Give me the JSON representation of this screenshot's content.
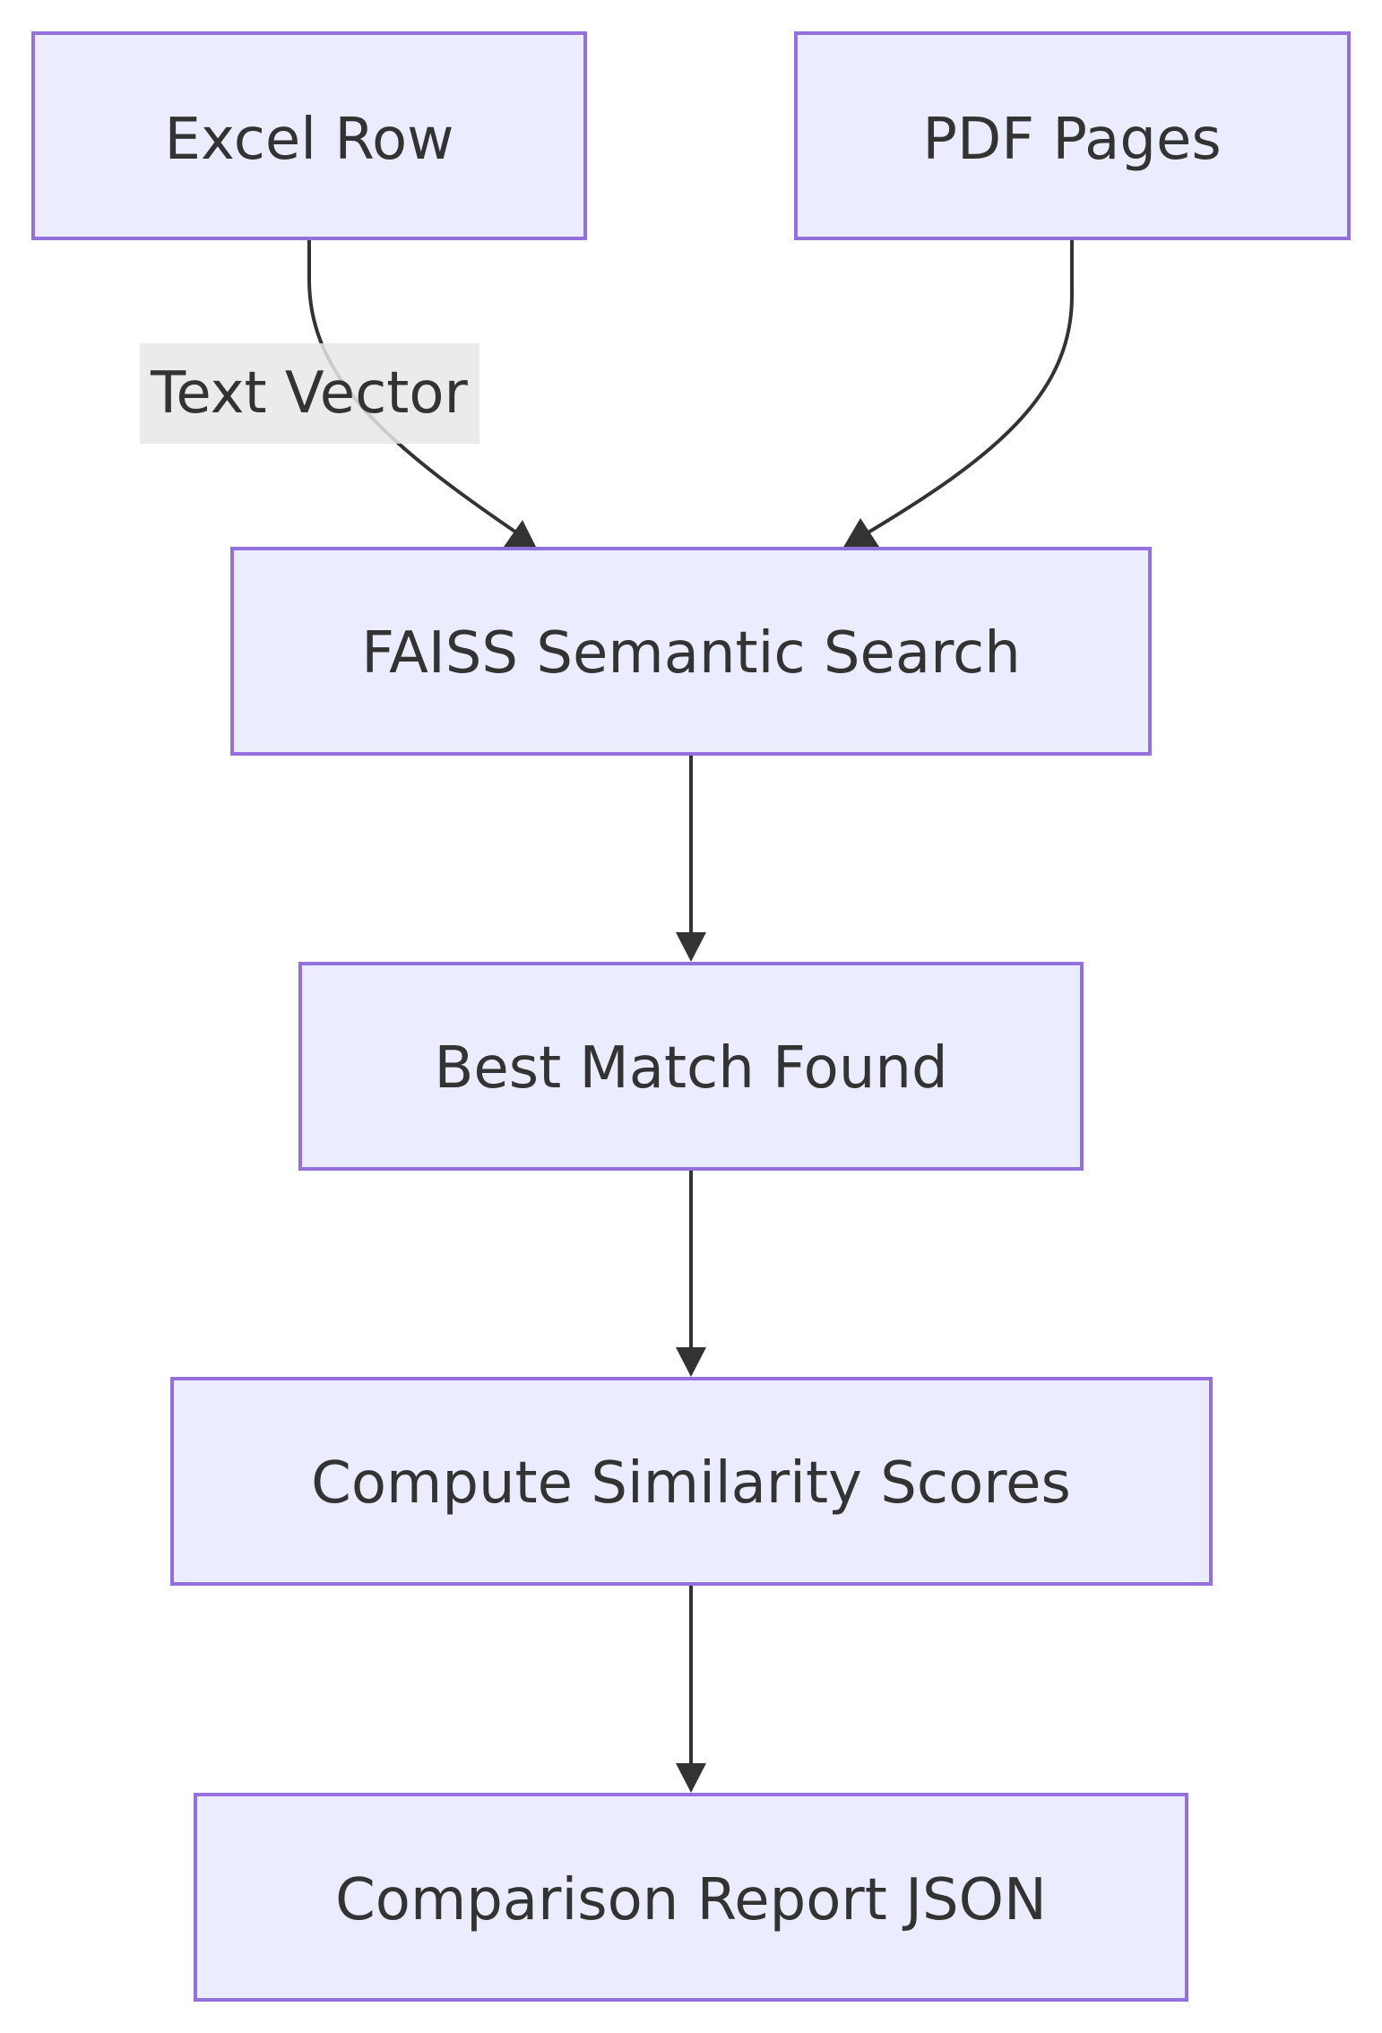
{
  "diagram": {
    "type": "flowchart",
    "direction": "top-down",
    "colors": {
      "node_fill": "#ECECFF",
      "node_stroke": "#9370DB",
      "text": "#333333",
      "edge": "#333333",
      "edge_label_bg": "#E8E8E8",
      "background": "#FFFFFF"
    },
    "nodes": [
      {
        "id": "excel_row",
        "label": "Excel Row"
      },
      {
        "id": "pdf_pages",
        "label": "PDF Pages"
      },
      {
        "id": "faiss",
        "label": "FAISS Semantic Search"
      },
      {
        "id": "best_match",
        "label": "Best Match Found"
      },
      {
        "id": "compute_scores",
        "label": "Compute Similarity Scores"
      },
      {
        "id": "report",
        "label": "Comparison Report JSON"
      }
    ],
    "edges": [
      {
        "from": "excel_row",
        "to": "faiss",
        "label": "Text Vector"
      },
      {
        "from": "pdf_pages",
        "to": "faiss",
        "label": ""
      },
      {
        "from": "faiss",
        "to": "best_match",
        "label": ""
      },
      {
        "from": "best_match",
        "to": "compute_scores",
        "label": ""
      },
      {
        "from": "compute_scores",
        "to": "report",
        "label": ""
      }
    ]
  }
}
